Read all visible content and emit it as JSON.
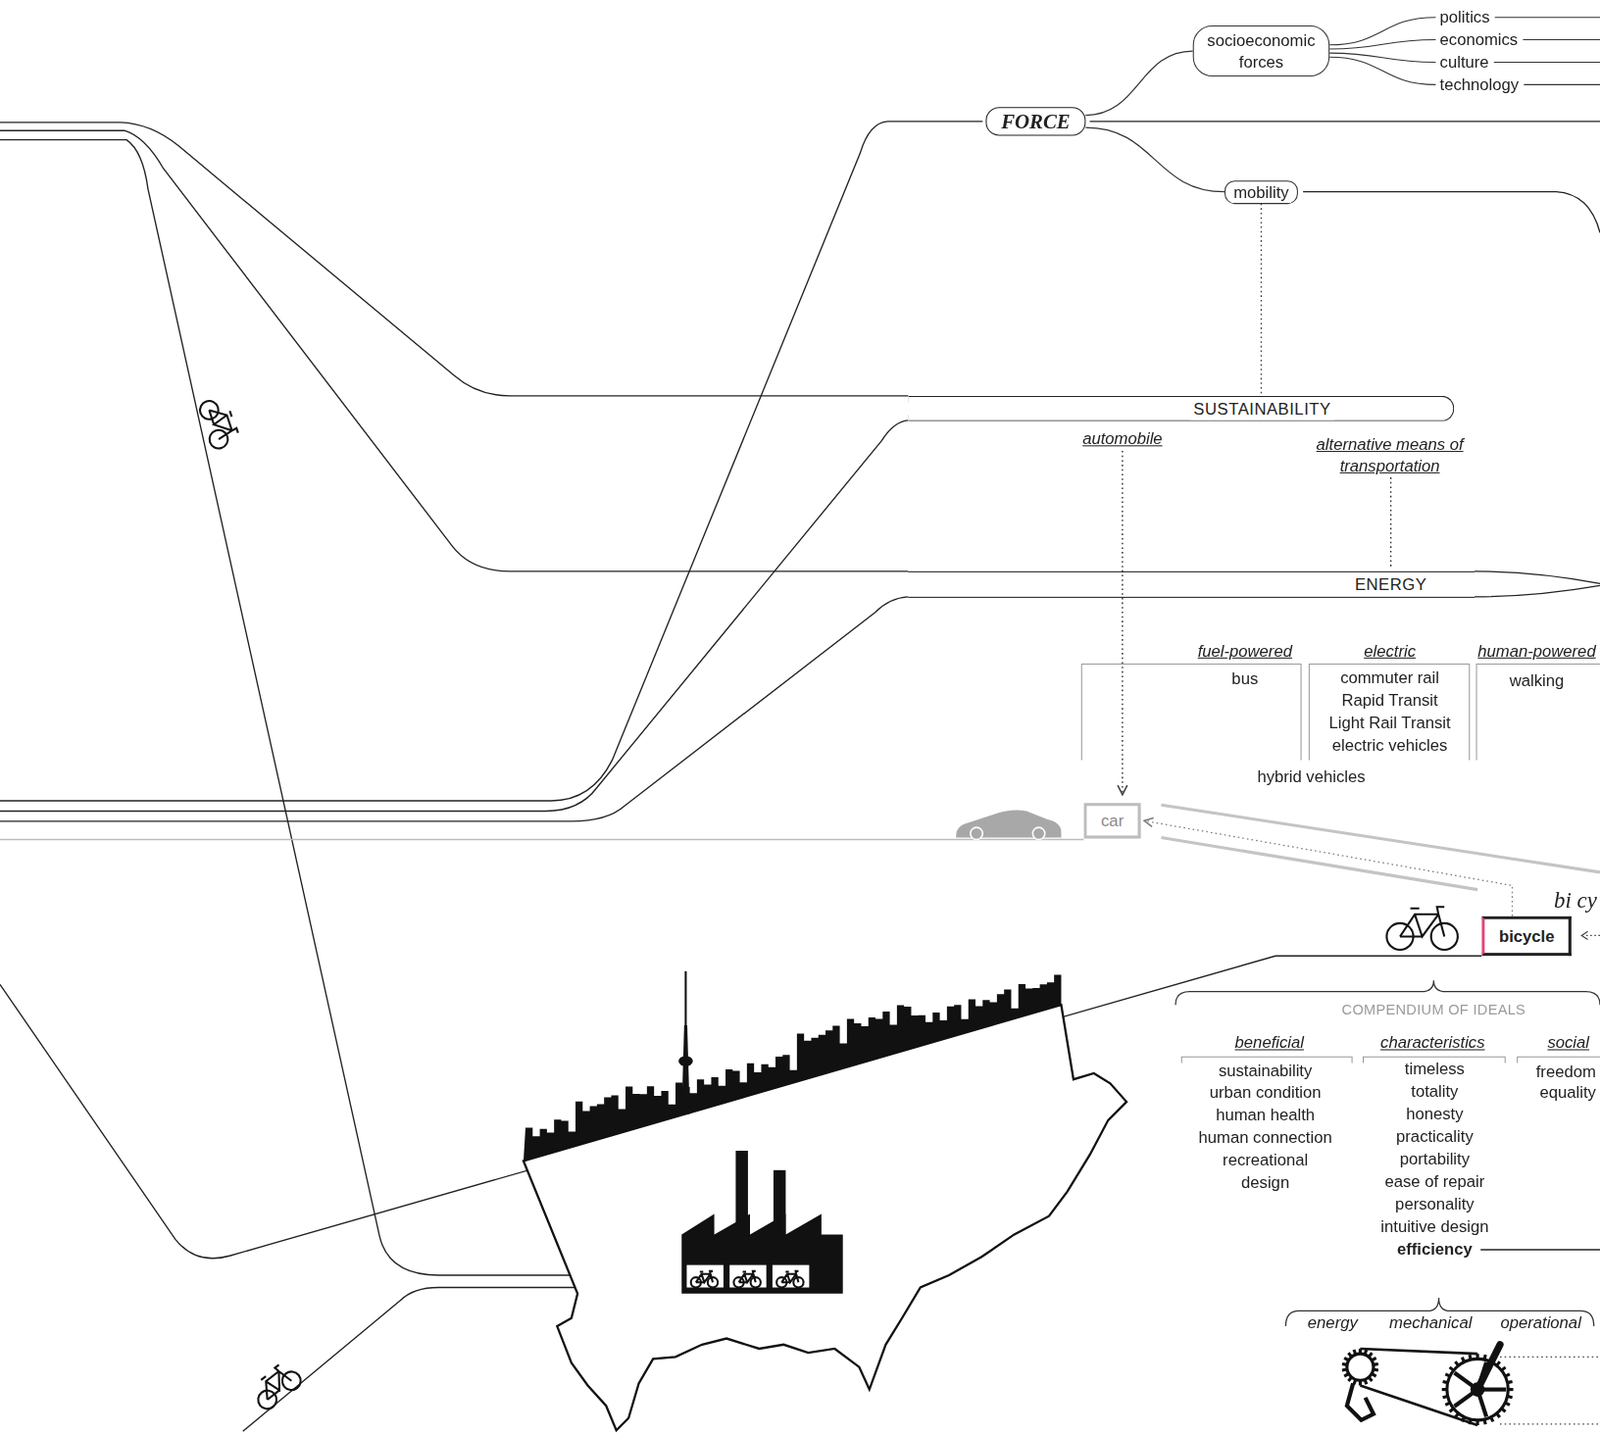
{
  "diagram": {
    "nodes": [
      {
        "text": [
          "socioeconomic forces"
        ]
      },
      {
        "text": [
          "FORCE"
        ]
      },
      {
        "text": [
          "mobility"
        ]
      },
      {
        "text": [
          "SUSTAINABILITY"
        ]
      },
      {
        "text": [
          "ENERGY"
        ]
      },
      {
        "text": [
          "car"
        ]
      },
      {
        "text": [
          "bicycle"
        ]
      }
    ],
    "edges": [
      {
        "from": 1,
        "to": 0,
        "arrow": "none"
      },
      {
        "from": 1,
        "to": 2,
        "arrow": "none"
      },
      {
        "from": 2,
        "to": 3,
        "arrow": "none"
      },
      {
        "from": 6,
        "to": 5,
        "arrow": "to"
      }
    ],
    "labels": [
      "politics",
      "economics",
      "culture",
      "technology",
      "automobile",
      "alternative means of transportation",
      "fuel-powered",
      "electric",
      "human-powered",
      "bus",
      "commuter rail",
      "Rapid Transit",
      "Light Rail Transit",
      "electric vehicles",
      "walking",
      "hybrid vehicles",
      "bi cy",
      "COMPENDIUM OF IDEALS",
      "beneficial",
      "sustainability",
      "urban condition",
      "human health",
      "human connection",
      "recreational",
      "design",
      "characteristics",
      "timeless",
      "totality",
      "honesty",
      "practicality",
      "portability",
      "ease of repair",
      "personality",
      "intuitive design",
      "efficiency",
      "social",
      "freedom",
      "equality",
      "energy",
      "mechanical",
      "operational"
    ]
  }
}
